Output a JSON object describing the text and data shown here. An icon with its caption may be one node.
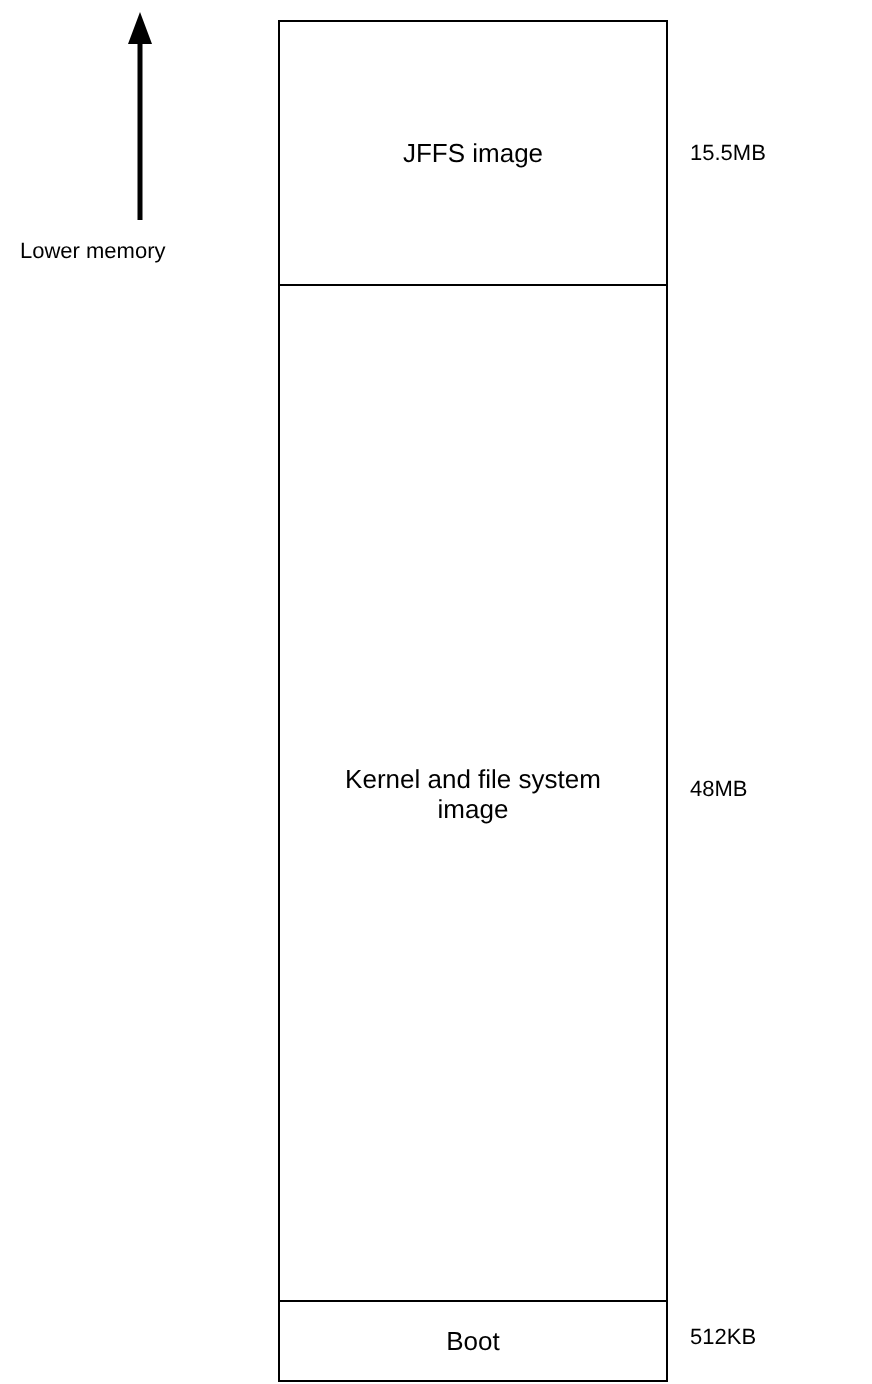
{
  "diagram": {
    "nodes": [
      {
        "text": [
          "JFFS image"
        ],
        "beside": [
          "15.5MB"
        ]
      },
      {
        "text": [
          "Kernel and file system image"
        ],
        "beside": [
          "48MB"
        ]
      },
      {
        "text": [
          "Boot"
        ],
        "beside": [
          "512KB"
        ]
      }
    ],
    "labels": [
      "Lower memory"
    ]
  }
}
